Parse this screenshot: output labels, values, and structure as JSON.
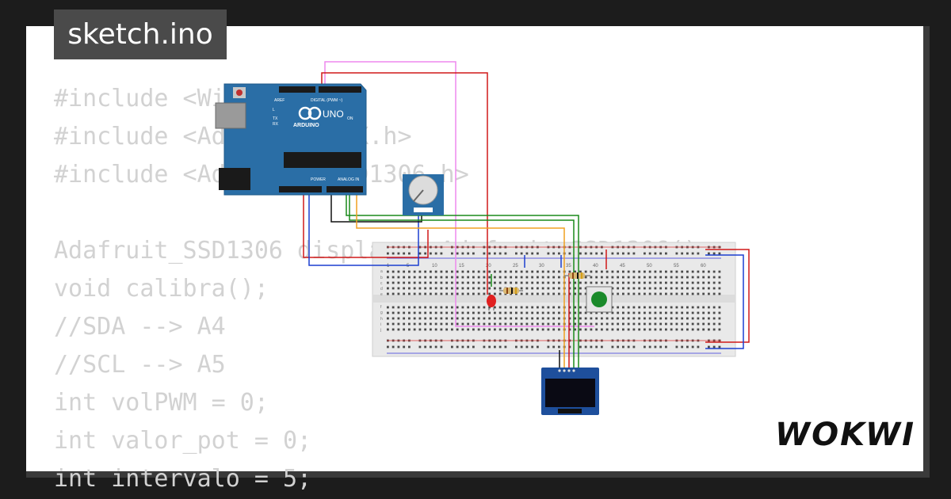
{
  "window": {
    "title": "sketch.ino"
  },
  "code_lines": [
    "#include <Wire.h>",
    "#include <Adafruit_GFX.h>",
    "#include <Adafruit_SSD1306.h>",
    "",
    "Adafruit_SSD1306 display = Adafruit_SSD1306();",
    "void calibra();",
    "//SDA --> A4",
    "//SCL --> A5",
    "int volPWM = 0;",
    "int valor_pot = 0;",
    "int intervalo = 5;"
  ],
  "arduino": {
    "brand": "ARDUINO",
    "model": "UNO",
    "digital_label": "DIGITAL (PWM ~)",
    "power_label": "POWER",
    "analog_label": "ANALOG IN",
    "tx_label": "TX",
    "rx_label": "RX",
    "on_label": "ON",
    "l_label": "L",
    "aref_label": "AREF"
  },
  "breadboard": {
    "column_numbers": [
      "1",
      "5",
      "10",
      "15",
      "20",
      "25",
      "30",
      "35",
      "40",
      "45",
      "50",
      "55",
      "60"
    ],
    "row_letters_top": [
      "a",
      "b",
      "c",
      "d",
      "e"
    ],
    "row_letters_bottom": [
      "f",
      "g",
      "h",
      "i",
      "j"
    ]
  },
  "brand": {
    "logo": "WOKWI"
  },
  "colors": {
    "background": "#1c1c1c",
    "card": "#ffffff",
    "title_tab": "#4a4a4a",
    "code_text": "#d2d2d2",
    "arduino_blue": "#2a6ea6",
    "wire_red": "#d01818",
    "wire_blue": "#1c3fd0",
    "wire_green": "#1a8a1a",
    "wire_orange": "#f0a020",
    "wire_pink": "#ee88ee",
    "wire_black": "#111111",
    "button_green": "#1a8a2a",
    "led_red": "#e02020"
  },
  "icons": {
    "usb": "usb-port-icon",
    "power_jack": "power-jack-icon",
    "reset": "reset-button-icon",
    "potentiometer": "potentiometer-icon",
    "led": "led-icon",
    "resistor": "resistor-icon",
    "push_button": "push-button-icon",
    "oled": "oled-display-icon"
  }
}
